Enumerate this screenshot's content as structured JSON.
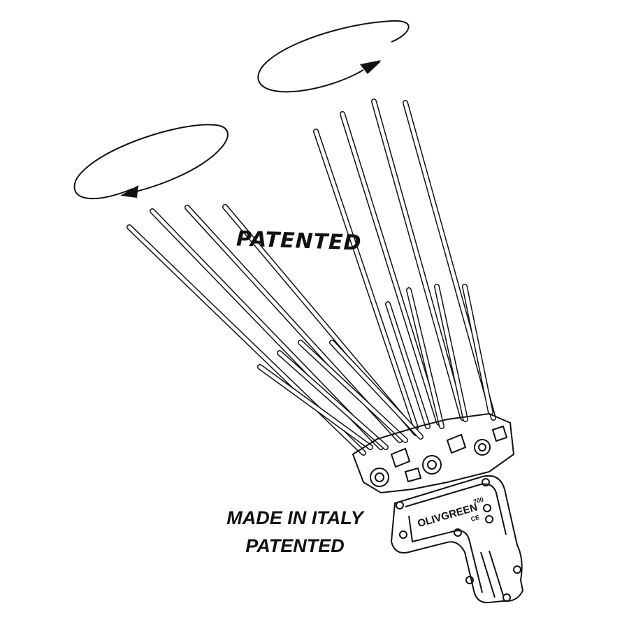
{
  "diagram": {
    "title_handwritten": "PATENTED",
    "caption_line1": "MADE IN ITALY",
    "caption_line2": "PATENTED",
    "device_brand": "OLIVGREEN",
    "device_model": "700",
    "ce_mark": "CE",
    "ink_color": "#111111",
    "background_color": "#ffffff",
    "icons": [
      "rotate-clockwise-arrow-icon",
      "rotate-counterclockwise-arrow-icon"
    ]
  }
}
